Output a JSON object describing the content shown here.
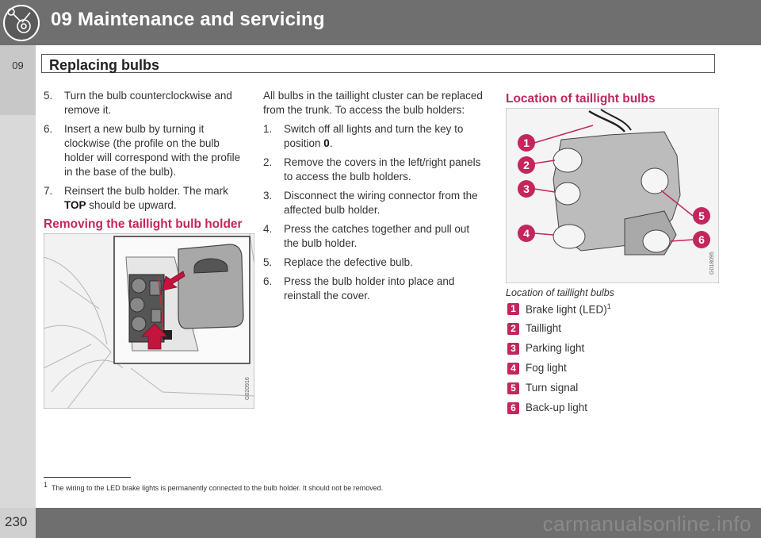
{
  "header": {
    "chapter_title": "09 Maintenance and servicing",
    "chapter_tab": "09"
  },
  "section": {
    "title": "Replacing bulbs"
  },
  "col1": {
    "steps": [
      {
        "num": "5.",
        "text": "Turn the bulb counterclockwise and remove it."
      },
      {
        "num": "6.",
        "text": "Insert a new bulb by turning it clockwise (the profile on the bulb holder will correspond with the profile in the base of the bulb)."
      },
      {
        "num": "7.",
        "pre": "Reinsert the bulb holder. The mark ",
        "bold": "TOP",
        "post": " should be upward."
      }
    ],
    "heading": "Removing the taillight bulb holder",
    "figure_code": "G020916"
  },
  "col2": {
    "intro": "All bulbs in the taillight cluster can be replaced from the trunk. To access the bulb holders:",
    "steps": [
      {
        "num": "1.",
        "pre": "Switch off all lights and turn the key to position ",
        "bold": "0",
        "post": "."
      },
      {
        "num": "2.",
        "text": "Remove the covers in the left/right panels to access the bulb holders."
      },
      {
        "num": "3.",
        "text": "Disconnect the wiring connector from the affected bulb holder."
      },
      {
        "num": "4.",
        "text": "Press the catches together and pull out the bulb holder."
      },
      {
        "num": "5.",
        "text": "Replace the defective bulb."
      },
      {
        "num": "6.",
        "text": "Press the bulb holder into place and reinstall the cover."
      }
    ]
  },
  "col3": {
    "heading": "Location of taillight bulbs",
    "figure_code": "G018095",
    "caption": "Location of taillight bulbs",
    "callouts": [
      "1",
      "2",
      "3",
      "4",
      "5",
      "6"
    ],
    "legend": [
      {
        "num": "1",
        "label": "Brake light (LED)",
        "sup": "1"
      },
      {
        "num": "2",
        "label": "Taillight"
      },
      {
        "num": "3",
        "label": "Parking light"
      },
      {
        "num": "4",
        "label": "Fog light"
      },
      {
        "num": "5",
        "label": "Turn signal"
      },
      {
        "num": "6",
        "label": "Back-up light"
      }
    ]
  },
  "footnote": {
    "mark": "1",
    "text": "The wiring to the LED brake lights is permanently connected to the bulb holder. It should not be removed."
  },
  "footer": {
    "page_number": "230",
    "watermark": "carmanualsonline.info"
  },
  "colors": {
    "accent": "#c1275e",
    "header_gray": "#6f6f6f"
  }
}
